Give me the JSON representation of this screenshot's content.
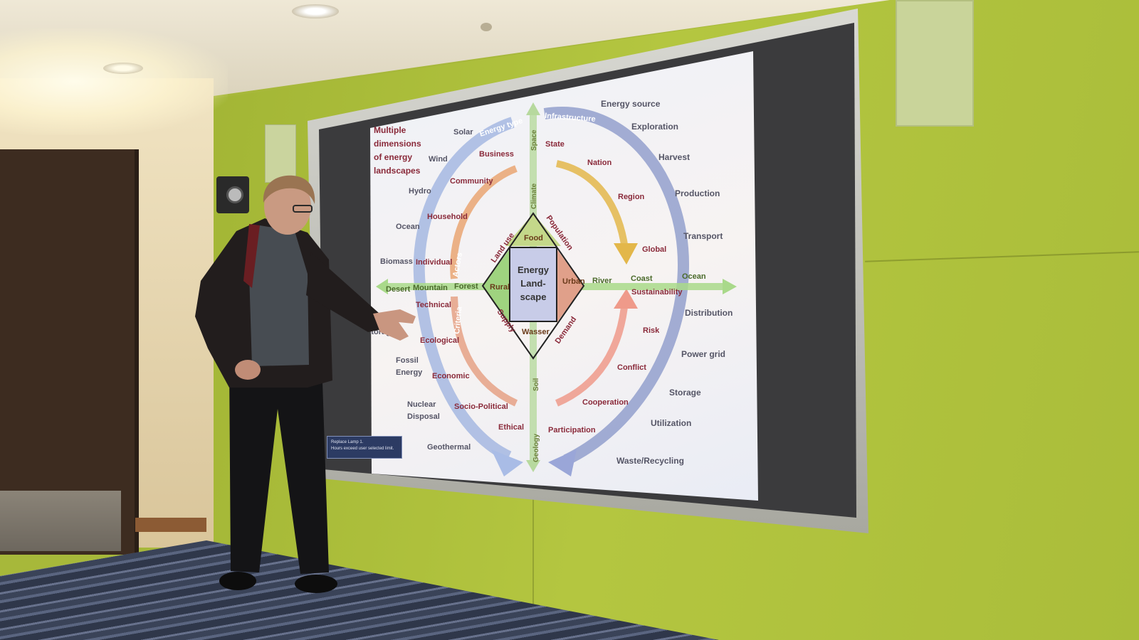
{
  "slide": {
    "title_lines": [
      "Multiple",
      "dimensions",
      "of energy",
      "landscapes"
    ],
    "center_lines": [
      "Energy",
      "Land-",
      "scape"
    ],
    "diamond": {
      "top": "Food",
      "left": "Rural",
      "right": "Urban",
      "bottom": "Wasser",
      "edge_tl": "Land use",
      "edge_tr": "Population",
      "edge_bl": "Supply",
      "edge_br": "Demand"
    },
    "axis_vertical": {
      "space": "Space",
      "climate": "Climate",
      "soil": "Soil",
      "geology": "Geology"
    },
    "axis_horizontal": {
      "desert": "Desert",
      "mountain": "Mountain",
      "forest": "Forest",
      "river": "River",
      "coast": "Coast",
      "ocean": "Ocean"
    },
    "arc_labels": {
      "energy_type": "Energy type",
      "infrastructure": "Infrastructure",
      "actors": "Actors",
      "criteria": "Criteria"
    },
    "energy_types": {
      "solar": "Solar",
      "wind": "Wind",
      "hydro": "Hydro",
      "ocean": "Ocean",
      "biomass": "Biomass",
      "storage": "Storage",
      "fossil": [
        "Fossil",
        "Energy"
      ],
      "nuclear": [
        "Nuclear",
        "Disposal"
      ],
      "geothermal": "Geothermal"
    },
    "actors": {
      "business": "Business",
      "community": "Community",
      "household": "Household",
      "individual": "Individual"
    },
    "criteria": {
      "technical": "Technical",
      "ecological": "Ecological",
      "economic": "Economic",
      "socio_political": "Socio-Political",
      "ethical": "Ethical"
    },
    "scales": {
      "state": "State",
      "nation": "Nation",
      "region": "Region",
      "global": "Global"
    },
    "infrastructure": {
      "energy_source": "Energy source",
      "exploration": "Exploration",
      "harvest": "Harvest",
      "production": "Production",
      "transport": "Transport",
      "distribution": "Distribution",
      "power_grid": "Power grid",
      "storage": "Storage",
      "utilization": "Utilization",
      "waste": "Waste/Recycling"
    },
    "outcomes": {
      "sustainability": "Sustainability",
      "risk": "Risk",
      "conflict": "Conflict",
      "cooperation": "Cooperation",
      "participation": "Participation"
    }
  },
  "notice": {
    "line1": "Replace Lamp 1.",
    "line2": "Hours exceed user selected limit."
  },
  "colors": {
    "wall": "#b2c43f",
    "arc_blue": "#8d9fd0",
    "arc_orange": "#e8a06a",
    "axis_green": "#a9d98a",
    "diamond_food": "#c4d88a",
    "diamond_urban": "#e0a08a",
    "diamond_rural": "#9fd37f",
    "text_red": "#8a2a3a",
    "text_gray": "#555566"
  }
}
